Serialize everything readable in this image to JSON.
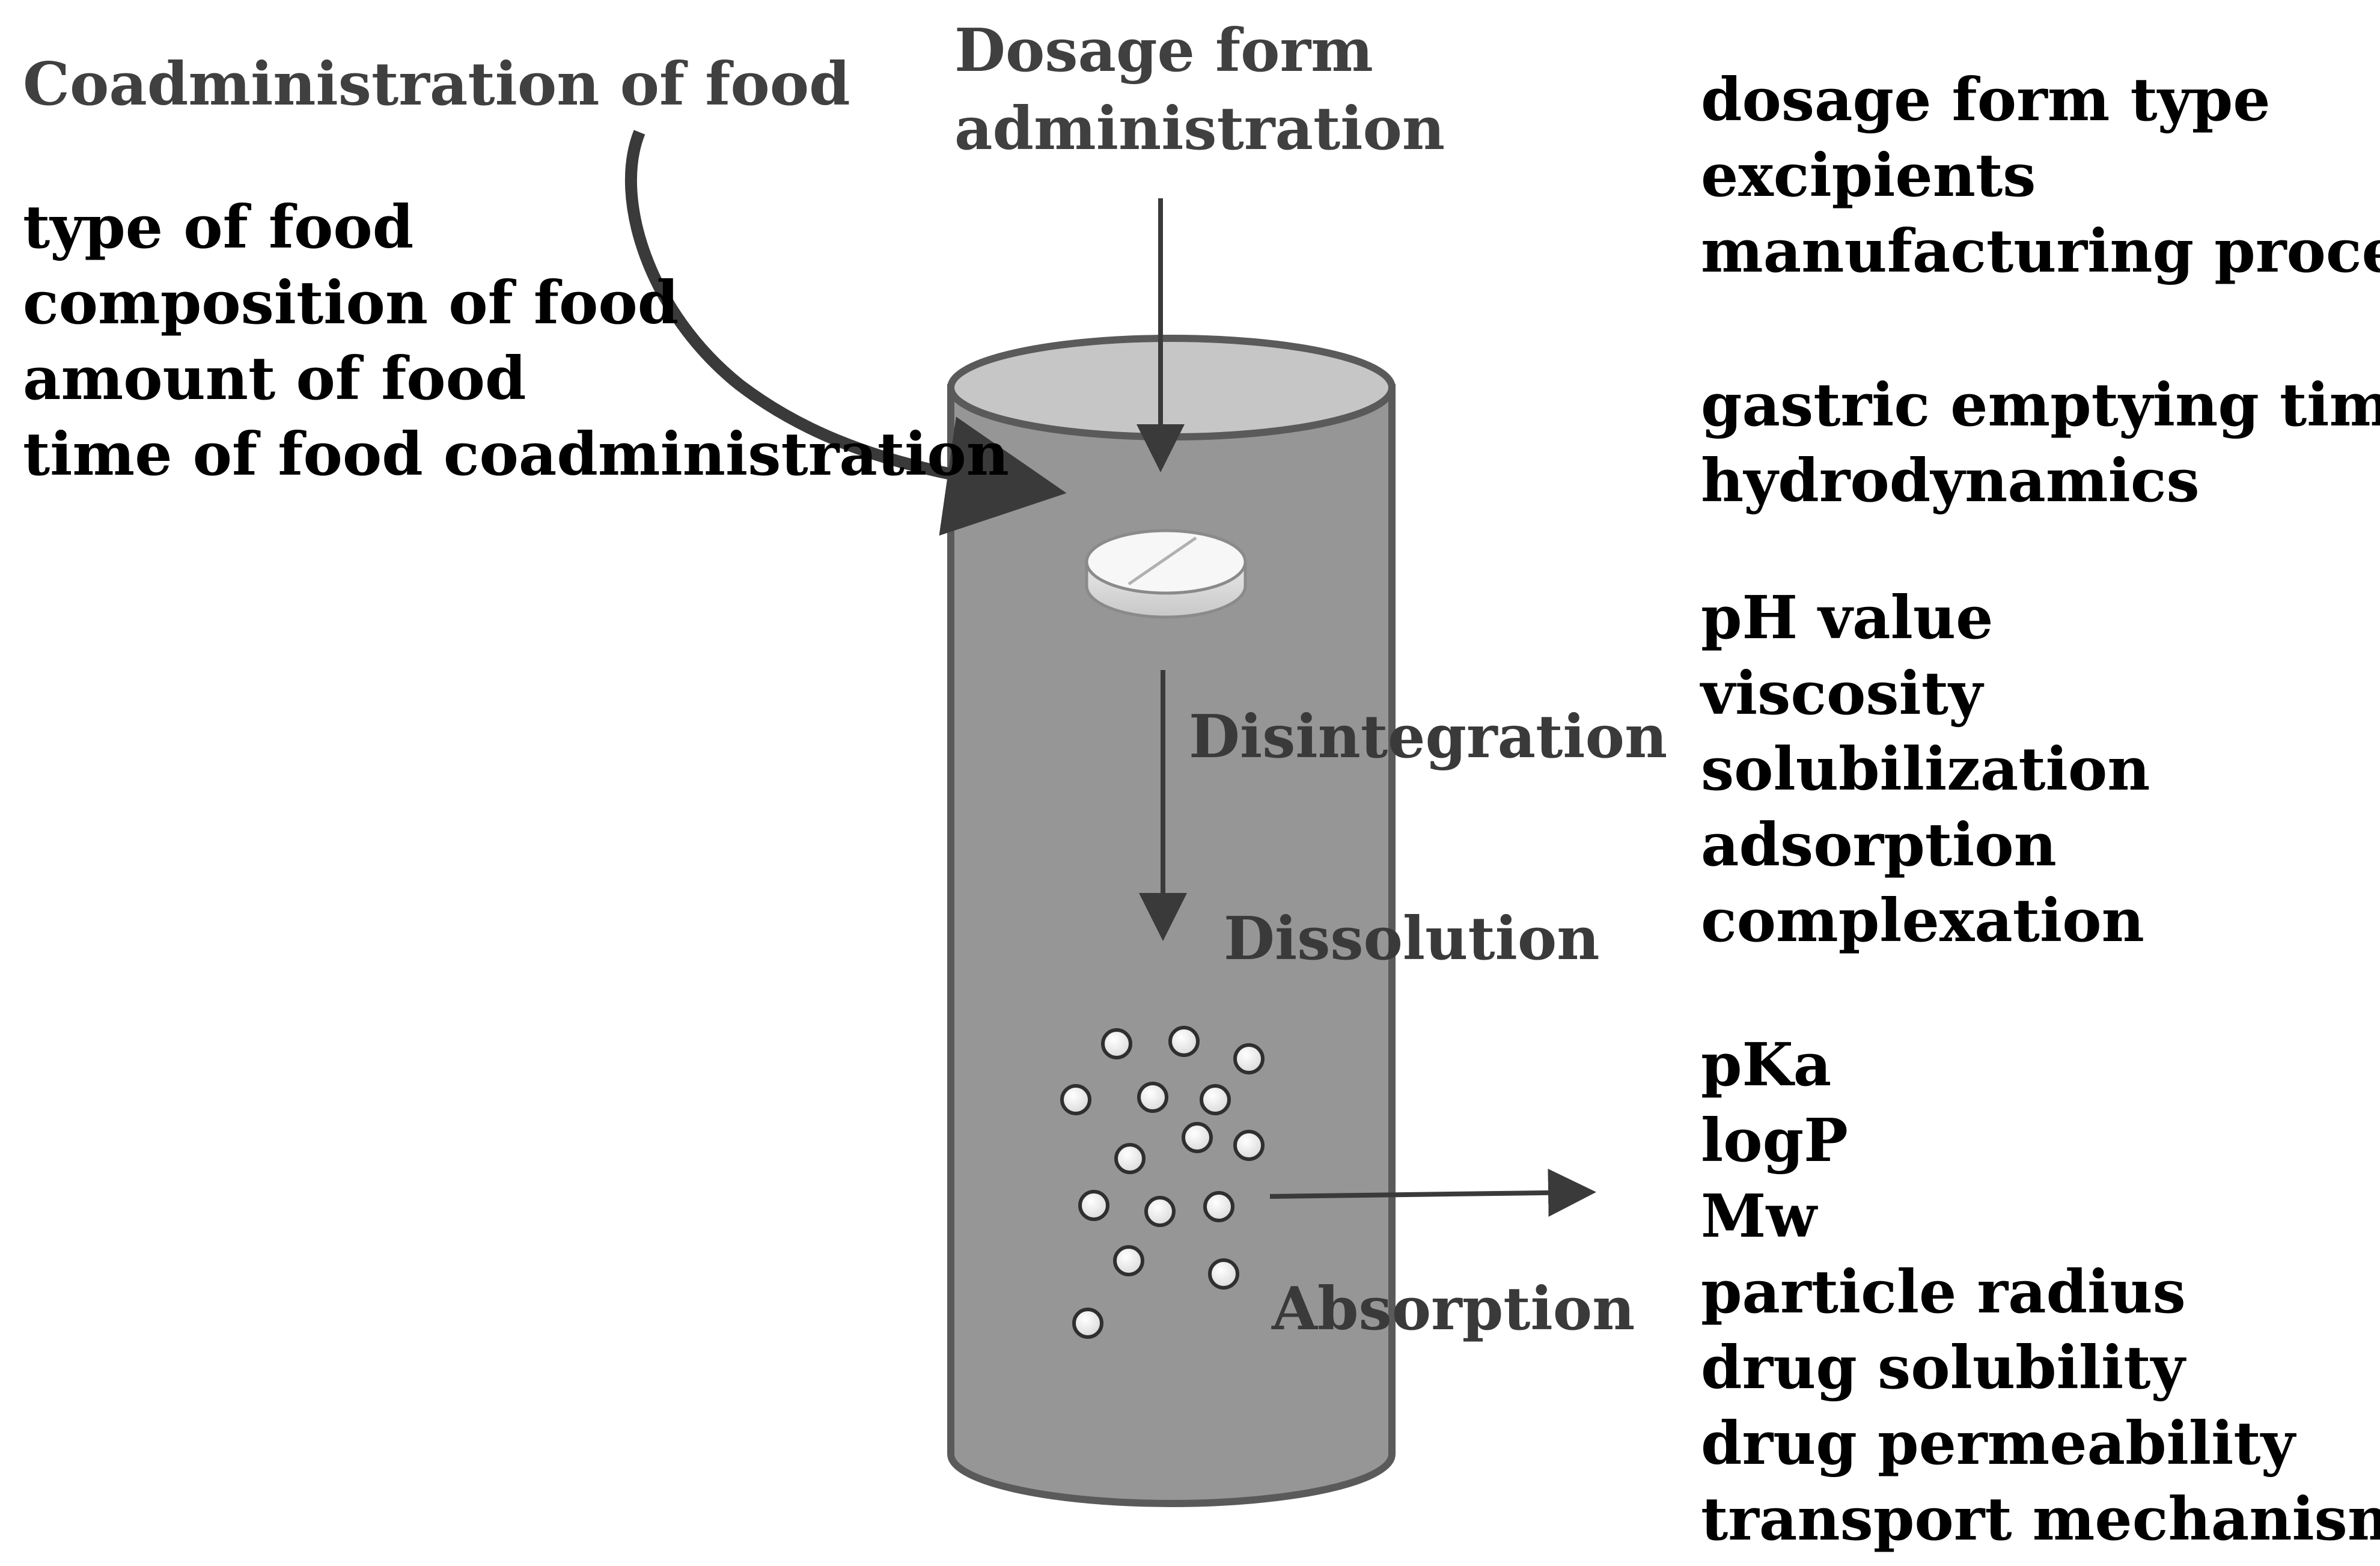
{
  "headings": {
    "food": "Coadministration of food",
    "dosage_line1": "Dosage form",
    "dosage_line2": "administration"
  },
  "food_factors": [
    "type of food",
    "composition of food",
    "amount of food",
    "time of food coadministration"
  ],
  "formulation_factors": [
    "dosage form type",
    "excipients",
    "manufacturing process"
  ],
  "physiology_factors": [
    "gastric emptying time",
    "hydrodynamics"
  ],
  "luminal_factors": [
    "pH value",
    "viscosity",
    "solubilization",
    "adsorption",
    "complexation"
  ],
  "drug_factors": [
    "pKa",
    "logP",
    "Mw",
    "particle radius",
    "drug solubility",
    "drug permeability",
    "transport mechanisms"
  ],
  "processes": {
    "disintegration": "Disintegration",
    "dissolution": "Dissolution",
    "absorption": "Absorption"
  },
  "colors": {
    "cylinder_body": "#969696",
    "cylinder_top": "#c6c6c6",
    "cylinder_outline": "#5a5a5a",
    "arrow": "#3a3a3a",
    "tablet": "#f2f2f2",
    "particle": "#ffffff"
  }
}
